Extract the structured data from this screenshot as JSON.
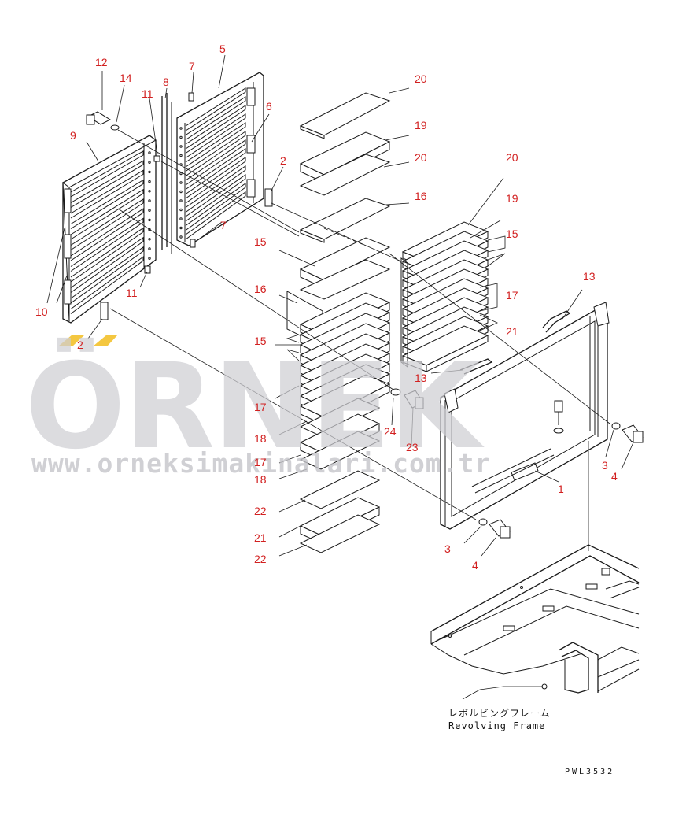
{
  "figure_code": "PWL3532",
  "frame_caption": {
    "japanese": "レボルビングフレーム",
    "english": "Revolving Frame"
  },
  "watermark": {
    "brand": "ÖRNEK",
    "url": "www.orneksimakinalari.com.tr",
    "color": "#c8c8cc",
    "accent_color": "#f0b400"
  },
  "callout_color": "#d22020",
  "callouts": [
    {
      "id": "c12",
      "text": "12"
    },
    {
      "id": "c14",
      "text": "14"
    },
    {
      "id": "c8",
      "text": "8"
    },
    {
      "id": "c7a",
      "text": "7"
    },
    {
      "id": "c5",
      "text": "5"
    },
    {
      "id": "c11a",
      "text": "11"
    },
    {
      "id": "c9",
      "text": "9"
    },
    {
      "id": "c6",
      "text": "6"
    },
    {
      "id": "c2a",
      "text": "2"
    },
    {
      "id": "c7b",
      "text": "7"
    },
    {
      "id": "c10",
      "text": "10"
    },
    {
      "id": "c11b",
      "text": "11"
    },
    {
      "id": "c2b",
      "text": "2"
    },
    {
      "id": "c20a",
      "text": "20"
    },
    {
      "id": "c19a",
      "text": "19"
    },
    {
      "id": "c20b",
      "text": "20"
    },
    {
      "id": "c16a",
      "text": "16"
    },
    {
      "id": "c15a",
      "text": "15"
    },
    {
      "id": "c16b",
      "text": "16"
    },
    {
      "id": "c15b",
      "text": "15"
    },
    {
      "id": "c17a",
      "text": "17"
    },
    {
      "id": "c18a",
      "text": "18"
    },
    {
      "id": "c17b",
      "text": "17"
    },
    {
      "id": "c18b",
      "text": "18"
    },
    {
      "id": "c22a",
      "text": "22"
    },
    {
      "id": "c21a",
      "text": "21"
    },
    {
      "id": "c22b",
      "text": "22"
    },
    {
      "id": "c20c",
      "text": "20"
    },
    {
      "id": "c19b",
      "text": "19"
    },
    {
      "id": "c15c",
      "text": "15"
    },
    {
      "id": "c17c",
      "text": "17"
    },
    {
      "id": "c21b",
      "text": "21"
    },
    {
      "id": "c13a",
      "text": "13"
    },
    {
      "id": "c13b",
      "text": "13"
    },
    {
      "id": "c24",
      "text": "24"
    },
    {
      "id": "c23",
      "text": "23"
    },
    {
      "id": "c1",
      "text": "1"
    },
    {
      "id": "c3a",
      "text": "3"
    },
    {
      "id": "c4a",
      "text": "4"
    },
    {
      "id": "c3b",
      "text": "3"
    },
    {
      "id": "c4b",
      "text": "4"
    }
  ]
}
